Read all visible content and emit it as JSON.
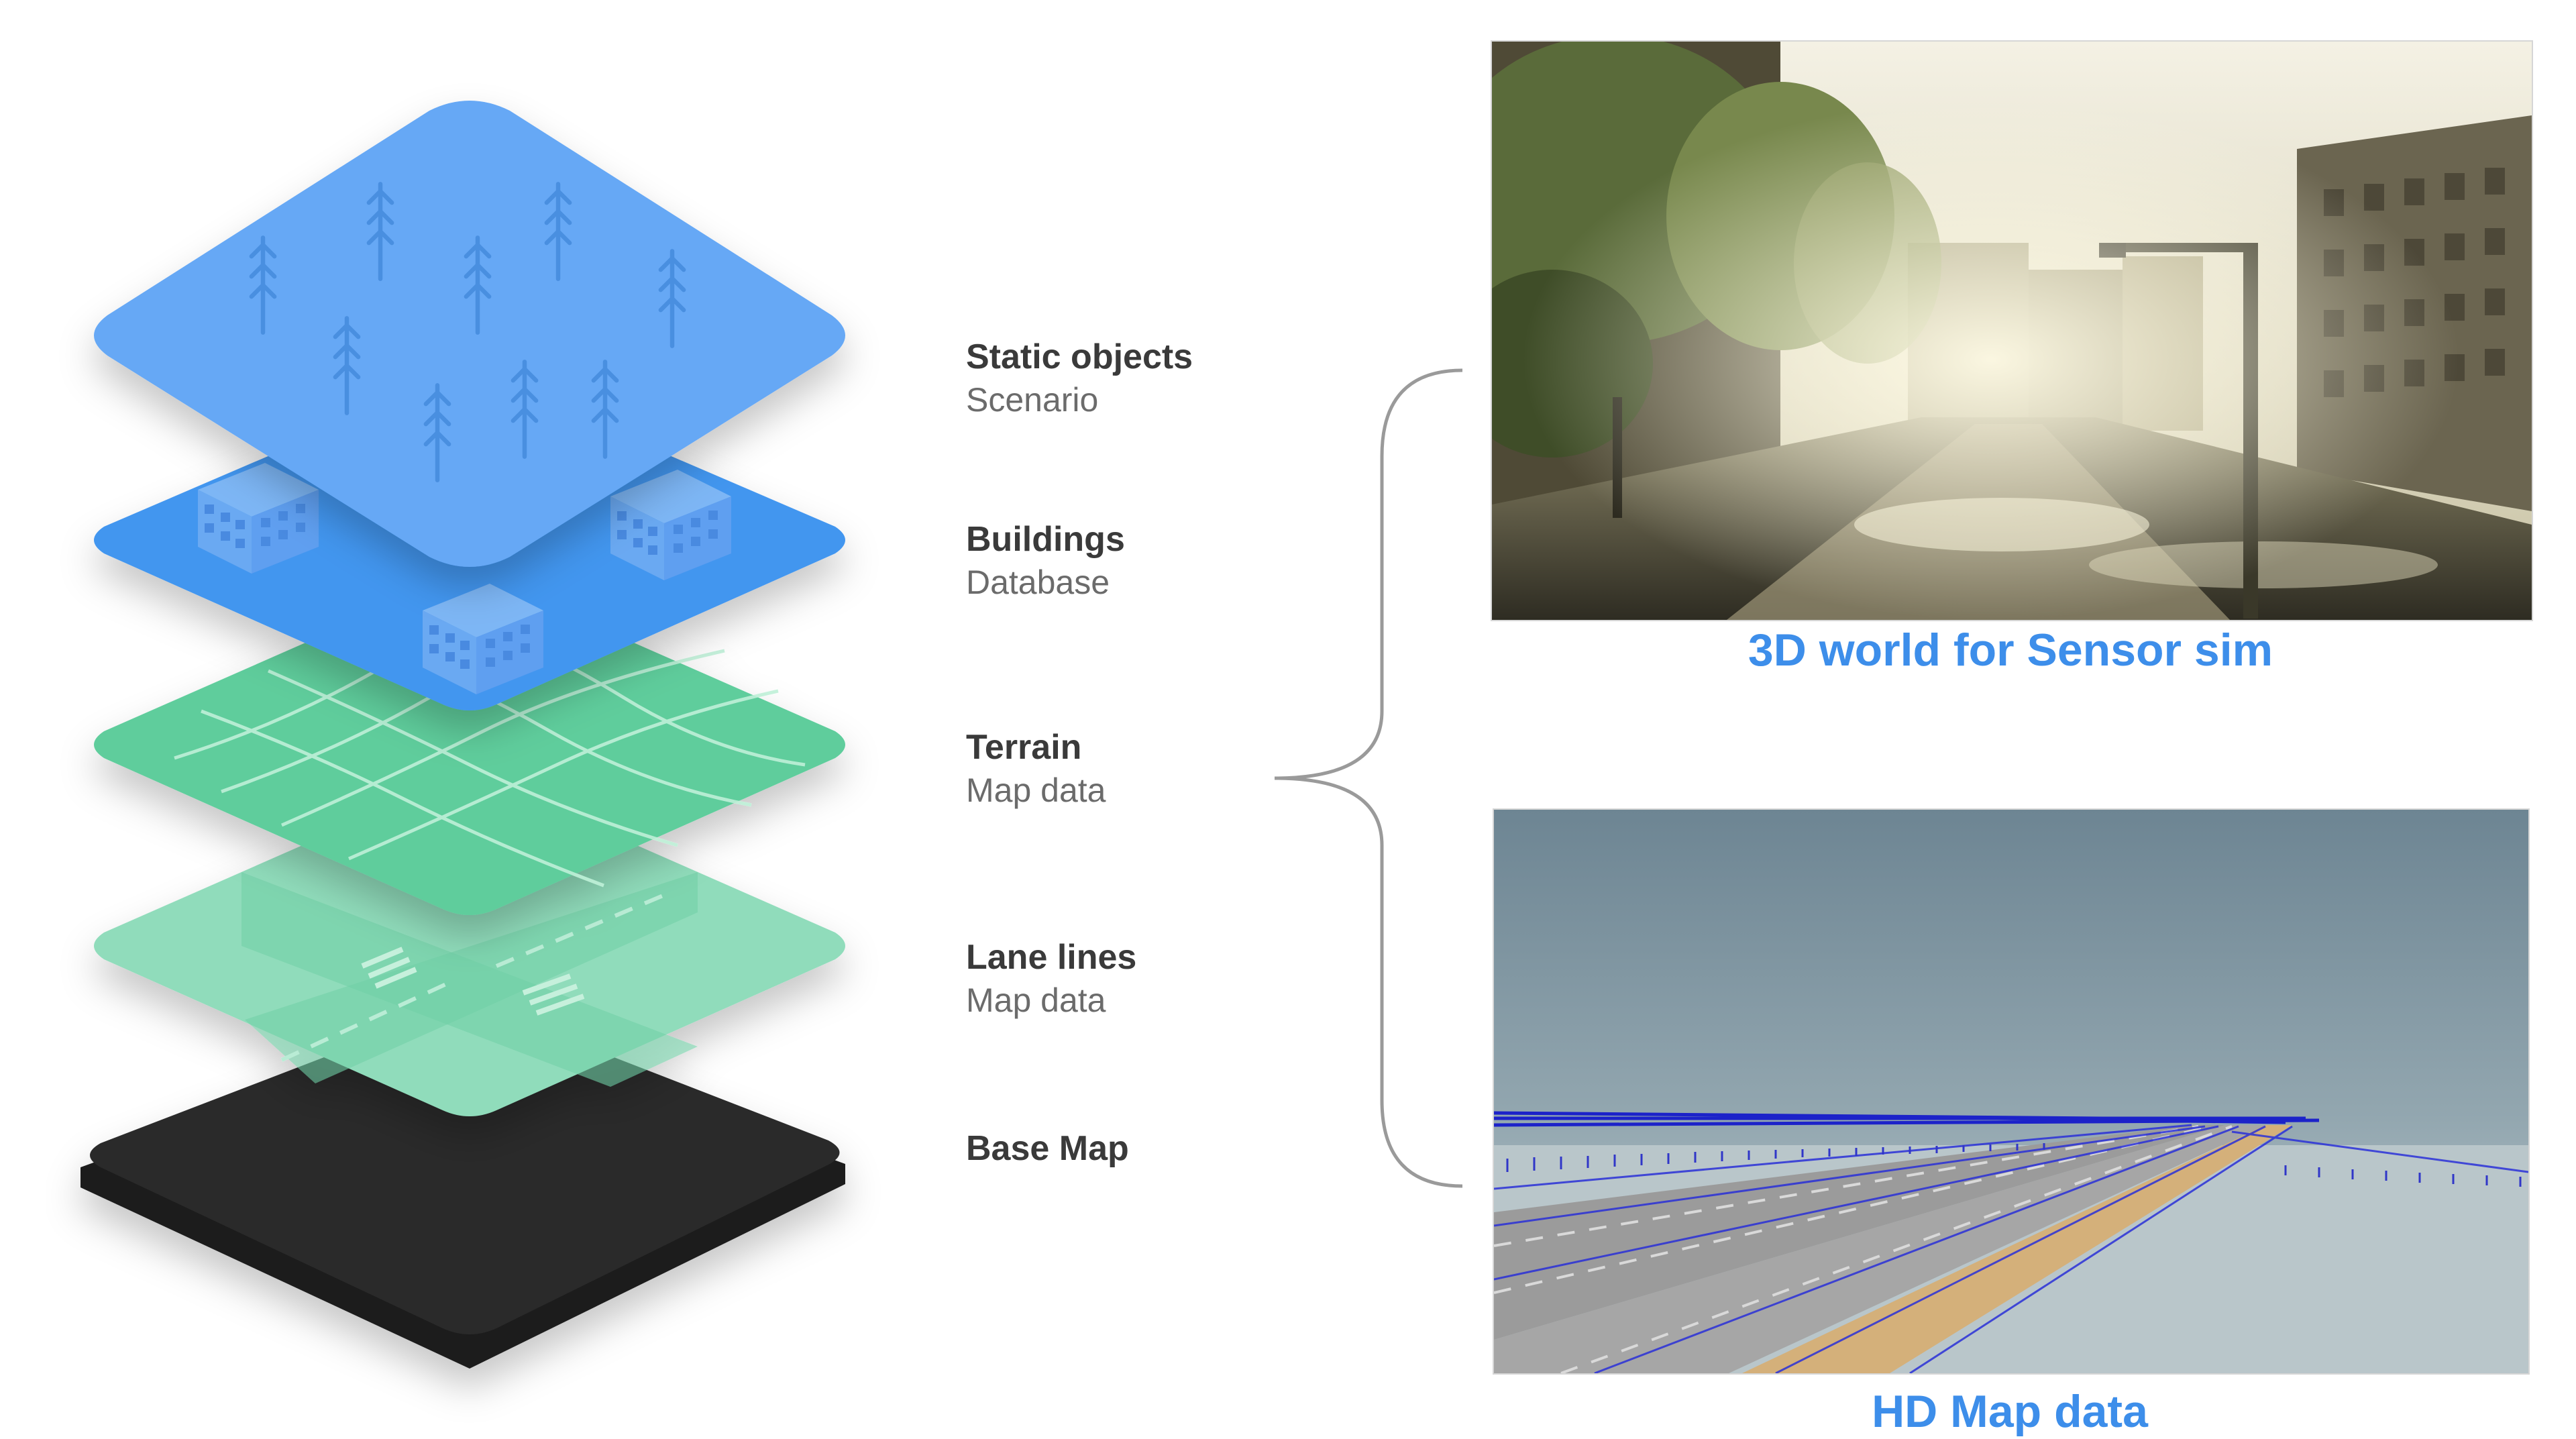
{
  "layers": [
    {
      "title": "Static objects",
      "subtitle": "Scenario"
    },
    {
      "title": "Buildings",
      "subtitle": "Database"
    },
    {
      "title": "Terrain",
      "subtitle": "Map data"
    },
    {
      "title": "Lane lines",
      "subtitle": "Map data"
    },
    {
      "title": "Base Map",
      "subtitle": ""
    }
  ],
  "panels": {
    "sensor": {
      "caption": "3D world for Sensor sim"
    },
    "hdmap": {
      "caption": "HD Map data"
    }
  },
  "colors": {
    "static_objects": "#66a8f5",
    "buildings": "#4396ef",
    "terrain": "#5fcd9c",
    "lane_lines": "#90dcbb",
    "base_map": "#2b2b2b",
    "caption": "#3d8eea"
  },
  "icons": [
    "tree-icon",
    "building-icon"
  ]
}
